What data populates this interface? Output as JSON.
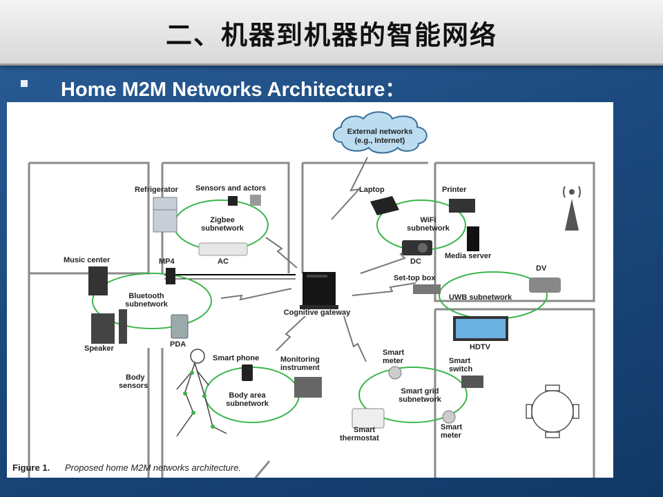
{
  "slide": {
    "title": "二、机器到机器的智能网络",
    "subtitle": "Home M2M Networks Architecture："
  },
  "diagram": {
    "cloud_label_1": "External networks",
    "cloud_label_2": "(e.g., Internet)",
    "gateway_label": "Cognitive gateway",
    "zigbee": {
      "label_1": "Zigbee",
      "label_2": "subnetwork",
      "refrigerator": "Refrigerator",
      "sensors": "Sensors and actors",
      "ac": "AC"
    },
    "wifi": {
      "label_1": "WiFi",
      "label_2": "subnetwork",
      "laptop": "Laptop",
      "printer": "Printer",
      "media_server": "Media server",
      "dc": "DC"
    },
    "bluetooth": {
      "label_1": "Bluetooth",
      "label_2": "subnetwork",
      "music_center": "Music center",
      "mp4": "MP4",
      "speaker": "Speaker",
      "pda": "PDA"
    },
    "uwb": {
      "label": "UWB subnetwork",
      "settop": "Set-top box",
      "dv": "DV",
      "hdtv": "HDTV"
    },
    "ban": {
      "label_1": "Body area",
      "label_2": "subnetwork",
      "smart_phone": "Smart phone",
      "monitoring_1": "Monitoring",
      "monitoring_2": "instrument",
      "body_1": "Body",
      "body_2": "sensors"
    },
    "smartgrid": {
      "label_1": "Smart grid",
      "label_2": "subnetwork",
      "meter_top_1": "Smart",
      "meter_top_2": "meter",
      "switch_1": "Smart",
      "switch_2": "switch",
      "thermostat_1": "Smart",
      "thermostat_2": "thermostat",
      "meter_bottom_1": "Smart",
      "meter_bottom_2": "meter"
    },
    "caption_prefix": "Figure 1.",
    "caption_text": "Proposed home M2M networks architecture."
  }
}
